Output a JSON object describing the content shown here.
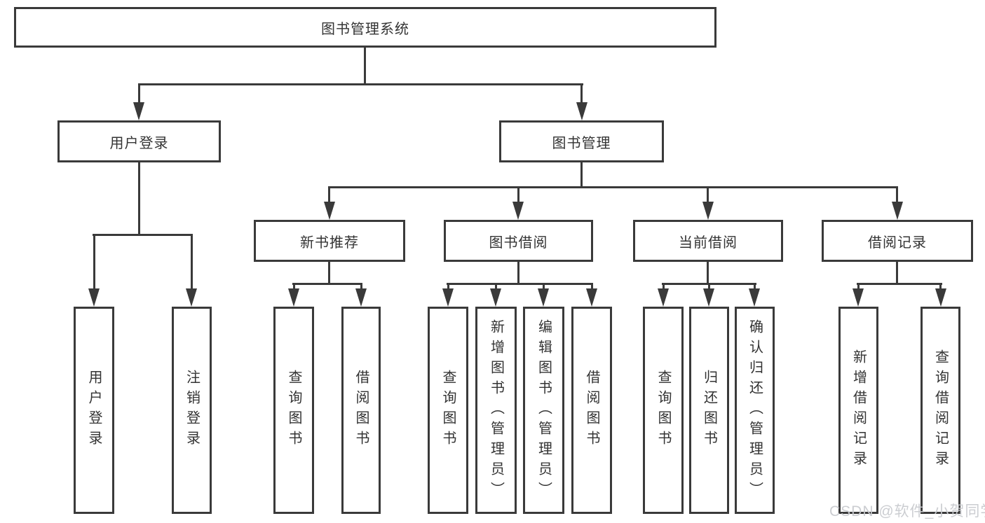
{
  "nodes": {
    "root": {
      "label": "图书管理系统"
    },
    "user_login": {
      "label": "用户登录"
    },
    "book_mgmt": {
      "label": "图书管理"
    },
    "new_book_rec": {
      "label": "新书推荐"
    },
    "book_borrow": {
      "label": "图书借阅"
    },
    "current_borrow": {
      "label": "当前借阅"
    },
    "borrow_records": {
      "label": "借阅记录"
    },
    "leaf_user_login": {
      "label": "用户登录"
    },
    "leaf_logout": {
      "label": "注销登录"
    },
    "rec_query_book": {
      "label": "查询图书"
    },
    "rec_borrow_book": {
      "label": "借阅图书"
    },
    "bb_query_book": {
      "label": "查询图书"
    },
    "bb_add_book": {
      "label": "新增图书（管理员）"
    },
    "bb_edit_book": {
      "label": "编辑图书（管理员）"
    },
    "bb_borrow_book": {
      "label": "借阅图书"
    },
    "cb_query_book": {
      "label": "查询图书"
    },
    "cb_return_book": {
      "label": "归还图书"
    },
    "cb_confirm_return": {
      "label": "确认归还（管理员）"
    },
    "br_add_record": {
      "label": "新增借阅记录"
    },
    "br_query_record": {
      "label": "查询借阅记录"
    }
  },
  "hierarchy": {
    "图书管理系统": {
      "用户登录": [
        "用户登录",
        "注销登录"
      ],
      "图书管理": {
        "新书推荐": [
          "查询图书",
          "借阅图书"
        ],
        "图书借阅": [
          "查询图书",
          "新增图书（管理员）",
          "编辑图书（管理员）",
          "借阅图书"
        ],
        "当前借阅": [
          "查询图书",
          "归还图书",
          "确认归还（管理员）"
        ],
        "借阅记录": [
          "新增借阅记录",
          "查询借阅记录"
        ]
      }
    }
  },
  "watermark": {
    "text": "CSDN @软件_小贺同学"
  },
  "colors": {
    "line": "#3a3a3a",
    "text": "#333333",
    "background": "#ffffff",
    "watermark": "#c9cbcf"
  }
}
